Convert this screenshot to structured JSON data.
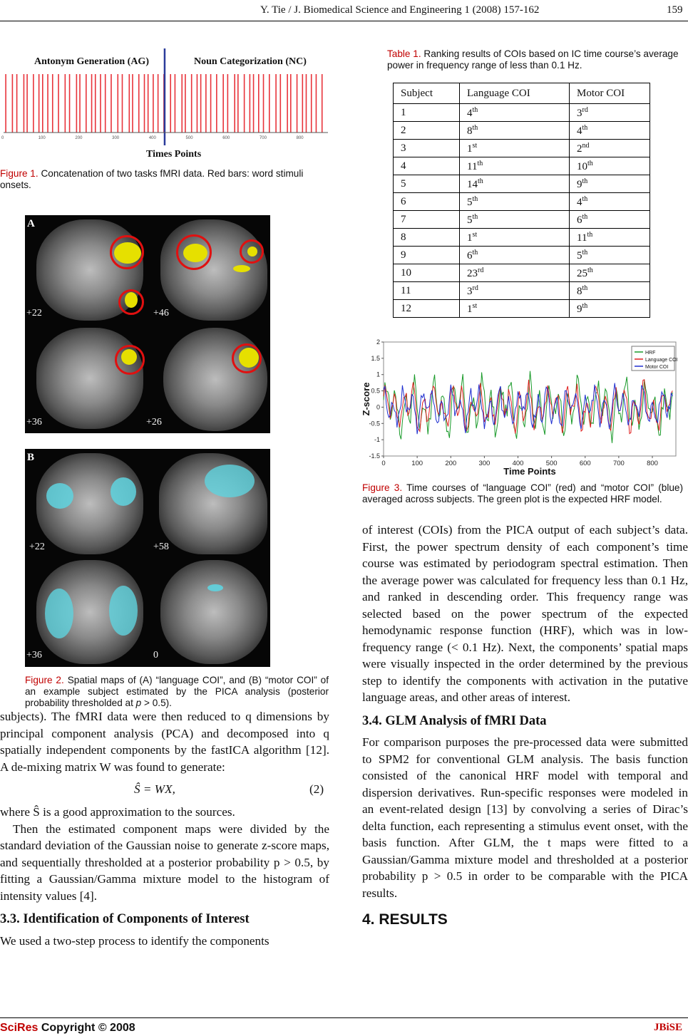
{
  "header": {
    "running": "Y. Tie / J. Biomedical Science and Engineering 1 (2008) 157-162",
    "page": "159"
  },
  "figure1": {
    "left_task": "Antonym Generation (AG)",
    "right_task": "Noun Categorization (NC)",
    "xlabel": "Times Points",
    "ticks": [
      "0",
      "100",
      "200",
      "300",
      "400",
      "500",
      "600",
      "700",
      "800"
    ],
    "bar_color": "#e8333a",
    "divider_color": "#2a3a9a",
    "caption_label": "Figure 1.",
    "caption_text": "Concatenation of two tasks fMRI data. Red bars: word stimuli onsets."
  },
  "figure2": {
    "panelA": {
      "letter": "A",
      "slices": [
        "+22",
        "+46",
        "+36",
        "+26"
      ]
    },
    "panelB": {
      "letter": "B",
      "slices": [
        "+22",
        "+58",
        "+36",
        "0"
      ]
    },
    "overlay_A_color": "#e6e000",
    "overlay_B_color": "#5fd3df",
    "circle_color": "#e01010",
    "caption_label": "Figure 2.",
    "caption_text": "Spatial maps of (A) “language COI”, and (B) “motor COI” of an example subject estimated by the PICA analysis (posterior probability thresholded at ",
    "caption_p": "p",
    "caption_tail": " > 0.5)."
  },
  "left_column": {
    "para1": "subjects). The fMRI data were then reduced to q dimensions by principal component analysis (PCA) and decomposed into q spatially independent components by the fastICA algorithm [12]. A de-mixing matrix W was found to generate:",
    "equation": "Ŝ  =  WX,",
    "equation_number": "(2)",
    "para2": "where Ŝ is a good approximation to the sources.",
    "para3": "Then the estimated component maps were divided by the standard deviation of the Gaussian noise to generate z-score maps, and sequentially thresholded at a posterior probability p > 0.5, by fitting a Gaussian/Gamma mixture model to the histogram of intensity values [4].",
    "heading_33": "3.3. Identification of Components of Interest",
    "para4": "We used a two-step process to identify the components"
  },
  "table1": {
    "caption_label": "Table 1.",
    "caption_text": "Ranking results of COIs based on IC time course’s average power in frequency range of less than 0.1 Hz.",
    "headers": [
      "Subject",
      "Language COI",
      "Motor COI"
    ],
    "rows": [
      {
        "s": "1",
        "l": "4",
        "ls": "th",
        "m": "3",
        "ms": "rd"
      },
      {
        "s": "2",
        "l": "8",
        "ls": "th",
        "m": "4",
        "ms": "th"
      },
      {
        "s": "3",
        "l": "1",
        "ls": "st",
        "m": "2",
        "ms": "nd"
      },
      {
        "s": "4",
        "l": "11",
        "ls": "th",
        "m": "10",
        "ms": "th"
      },
      {
        "s": "5",
        "l": "14",
        "ls": "th",
        "m": "9",
        "ms": "th"
      },
      {
        "s": "6",
        "l": "5",
        "ls": "th",
        "m": "4",
        "ms": "th"
      },
      {
        "s": "7",
        "l": "5",
        "ls": "th",
        "m": "6",
        "ms": "th"
      },
      {
        "s": "8",
        "l": "1",
        "ls": "st",
        "m": "11",
        "ms": "th"
      },
      {
        "s": "9",
        "l": "6",
        "ls": "th",
        "m": "5",
        "ms": "th"
      },
      {
        "s": "10",
        "l": "23",
        "ls": "rd",
        "m": "25",
        "ms": "th"
      },
      {
        "s": "11",
        "l": "3",
        "ls": "rd",
        "m": "8",
        "ms": "th"
      },
      {
        "s": "12",
        "l": "1",
        "ls": "st",
        "m": "9",
        "ms": "th"
      }
    ]
  },
  "chart_data": {
    "type": "line",
    "title": "",
    "xlabel": "Time Points",
    "ylabel": "Z-score",
    "xlim": [
      0,
      870
    ],
    "ylim": [
      -1.5,
      2
    ],
    "xticks": [
      "0",
      "100",
      "200",
      "300",
      "400",
      "500",
      "600",
      "700",
      "800"
    ],
    "yticks": [
      "2",
      "1.5",
      "1",
      "0.5",
      "0",
      "-0.5",
      "-1",
      "-1.5"
    ],
    "legend_position": "top-right",
    "series": [
      {
        "name": "HRF",
        "color": "#1a9a2a",
        "mean": 0,
        "amplitude": 0.95
      },
      {
        "name": "Language COI",
        "color": "#e02020",
        "mean": 0,
        "amplitude": 0.8
      },
      {
        "name": "Motor COI",
        "color": "#2030d0",
        "mean": 0,
        "amplitude": 0.7
      }
    ]
  },
  "figure3": {
    "caption_label": "Figure 3.",
    "caption_text": "Time courses of “language COI” (red) and “motor COI” (blue) averaged across subjects. The green plot is the expected HRF model."
  },
  "right_column": {
    "para1": "of interest (COIs) from the PICA output of each subject’s data. First, the power spectrum density of each component’s time course was estimated by periodogram spectral estimation. Then the average power was calculated for frequency less than 0.1 Hz, and ranked in descending order. This frequency range was selected based on the power spectrum of the expected hemodynamic response function (HRF), which was in low-frequency range (< 0.1 Hz). Next, the components’ spatial maps were visually inspected in the order determined by the previous step to identify the components with activation in the putative language areas, and other areas of interest.",
    "heading_34": "3.4. GLM Analysis of fMRI Data",
    "para2": "For comparison purposes the pre-processed data were submitted to SPM2 for conventional GLM analysis. The basis function consisted of the canonical HRF model with temporal and dispersion derivatives. Run-specific responses were modeled in an event-related design [13] by convolving a series of Dirac’s delta function, each representing a stimulus event onset, with the basis function. After GLM, the t maps were fitted to a Gaussian/Gamma mixture model and thresholded at a posterior probability p > 0.5 in order to be comparable with the PICA results.",
    "heading_4": "4. RESULTS"
  },
  "footer": {
    "brand": "SciRes",
    "copyright": " Copyright © 2008",
    "journal": "JBiSE"
  }
}
